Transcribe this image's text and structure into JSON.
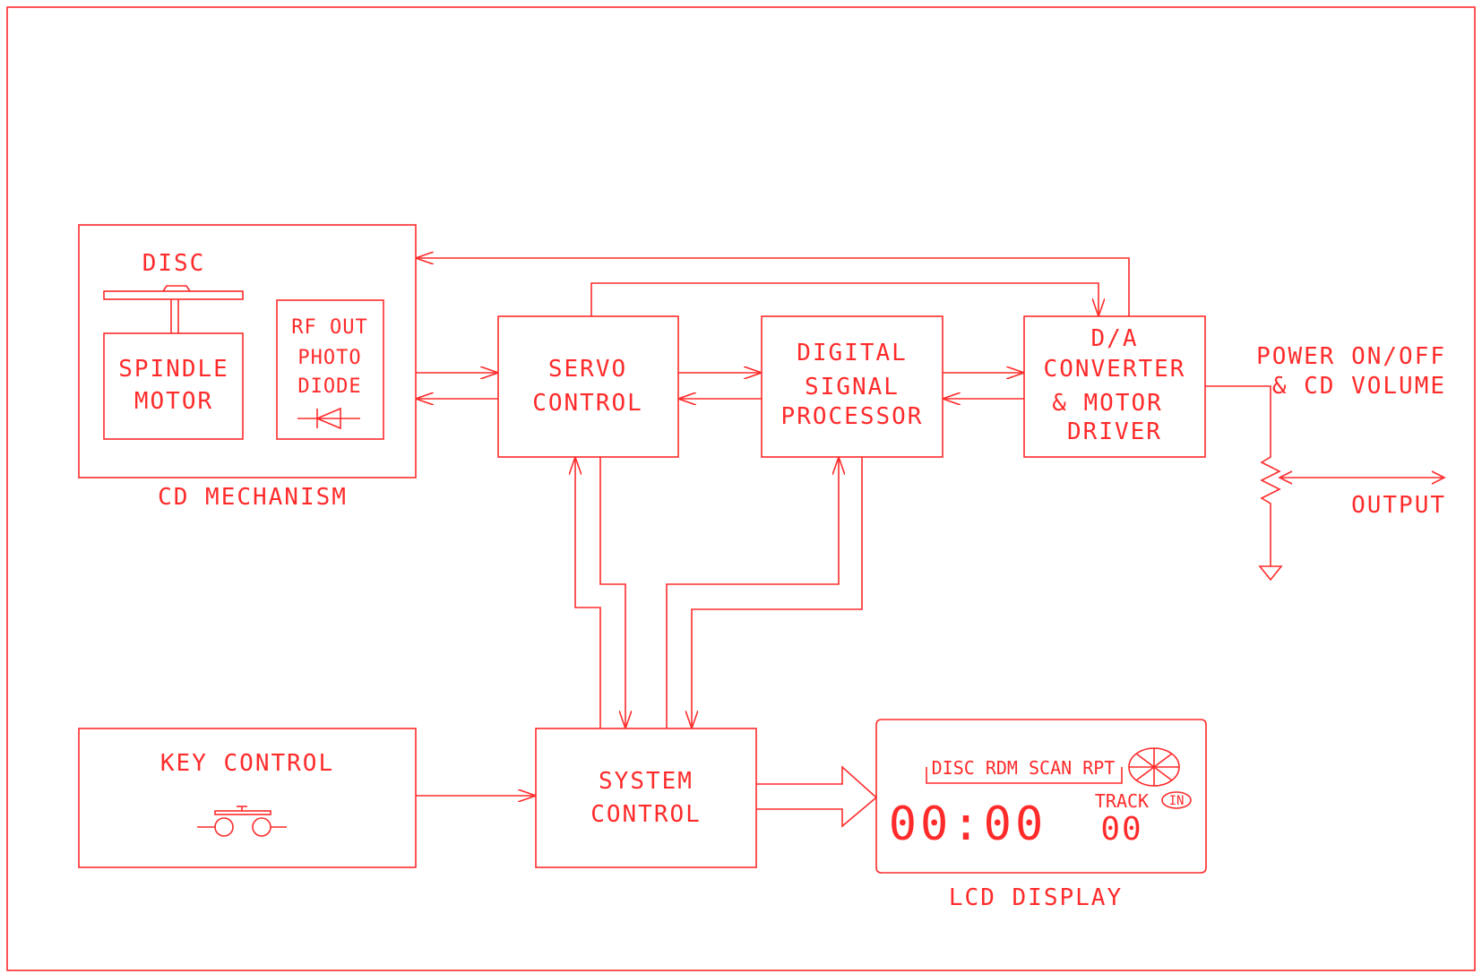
{
  "colors": {
    "line": "#ff2b2b",
    "background": "#ffffff"
  },
  "blocks": {
    "cd_mechanism": {
      "label": "CD MECHANISM",
      "disc": "DISC",
      "spindle": [
        "SPINDLE",
        "MOTOR"
      ],
      "photodiode": [
        "RF OUT",
        "PHOTO",
        "DIODE"
      ]
    },
    "servo": [
      "SERVO",
      "CONTROL"
    ],
    "dsp": [
      "DIGITAL",
      "SIGNAL",
      "PROCESSOR"
    ],
    "da": [
      "D/A",
      "CONVERTER",
      "& MOTOR",
      "DRIVER"
    ],
    "power": [
      "POWER ON/OFF",
      "& CD VOLUME"
    ],
    "output": "OUTPUT",
    "key": "KEY CONTROL",
    "system": [
      "SYSTEM",
      "CONTROL"
    ],
    "lcd": {
      "label": "LCD DISPLAY",
      "modes": "DISC RDM SCAN RPT",
      "time": "00:00",
      "track_label": "TRACK",
      "in_badge": "IN",
      "track": "00"
    }
  }
}
